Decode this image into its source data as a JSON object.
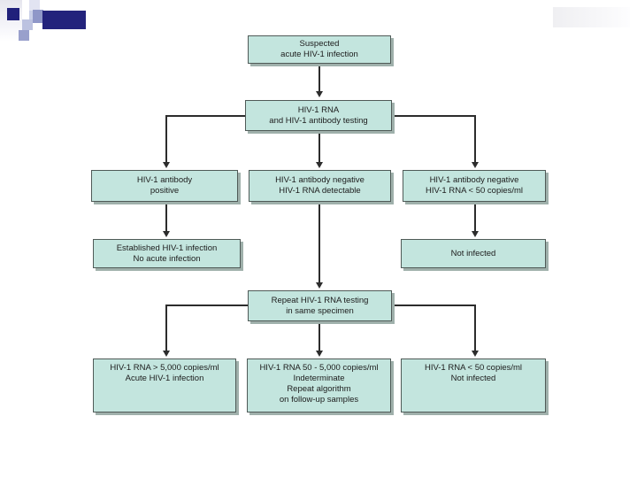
{
  "slide": {
    "background": "#ffffff",
    "box_fill": "#c3e5de",
    "box_border": "#4f5a57",
    "box_shadow": "#9fb0ab",
    "line_color": "#2c2c2c",
    "accent_navy": "#23237c",
    "accent_lavender": "#c9cfe8"
  },
  "nodes": {
    "suspected": {
      "lines": [
        "Suspected",
        "acute HIV-1 infection"
      ]
    },
    "testing": {
      "lines": [
        "HIV-1 RNA",
        "and HIV-1 antibody testing"
      ]
    },
    "abPositive": {
      "lines": [
        "HIV-1 antibody",
        "positive"
      ]
    },
    "abNegDetect": {
      "lines": [
        "HIV-1 antibody negative",
        "HIV-1 RNA detectable"
      ]
    },
    "abNegLow": {
      "lines": [
        "HIV-1 antibody negative",
        "HIV-1 RNA < 50 copies/ml"
      ]
    },
    "established": {
      "lines": [
        "Established HIV-1 infection",
        "No acute infection"
      ]
    },
    "notInfected1": {
      "lines": [
        "Not infected"
      ]
    },
    "repeat": {
      "lines": [
        "Repeat HIV-1 RNA testing",
        "in same specimen"
      ]
    },
    "rnaHigh": {
      "lines": [
        "HIV-1 RNA > 5,000 copies/ml",
        "Acute HIV-1 infection"
      ]
    },
    "rnaMid": {
      "lines": [
        "HIV-1 RNA 50 - 5,000 copies/ml",
        "Indeterminate",
        "Repeat algorithm",
        "on follow-up samples"
      ]
    },
    "rnaLow": {
      "lines": [
        "HIV-1 RNA < 50 copies/ml",
        "Not infected"
      ]
    }
  },
  "edges": [
    {
      "from": "suspected",
      "to": "testing"
    },
    {
      "from": "testing",
      "to": "abPositive"
    },
    {
      "from": "testing",
      "to": "abNegDetect"
    },
    {
      "from": "testing",
      "to": "abNegLow"
    },
    {
      "from": "abPositive",
      "to": "established"
    },
    {
      "from": "abNegLow",
      "to": "notInfected1"
    },
    {
      "from": "abNegDetect",
      "to": "repeat"
    },
    {
      "from": "repeat",
      "to": "rnaHigh"
    },
    {
      "from": "repeat",
      "to": "rnaMid"
    },
    {
      "from": "repeat",
      "to": "rnaLow"
    }
  ]
}
